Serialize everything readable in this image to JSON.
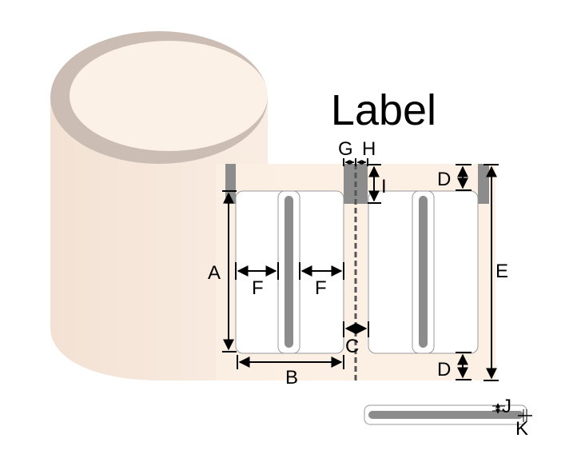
{
  "title": "Label",
  "dimension_labels": {
    "A": "A",
    "B": "B",
    "C": "C",
    "D_top": "D",
    "D_bottom": "D",
    "E": "E",
    "F_left": "F",
    "F_right": "F",
    "G": "G",
    "H": "H",
    "I": "I",
    "J": "J",
    "K": "K"
  },
  "colors": {
    "roll_body": "#f6eadf",
    "roll_rim": "#cbbdb4",
    "roll_inner": "#fcf1e7",
    "liner": "#fbeee3",
    "label_face": "#ffffff",
    "label_outline": "#8a8a8a",
    "gap_mark": "#8c8c8c",
    "strip": "#8c8c8c",
    "line": "#000000"
  }
}
